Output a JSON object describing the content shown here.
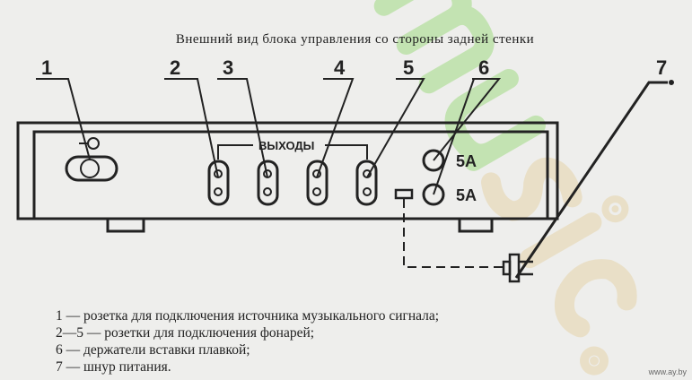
{
  "title": "Внешний вид блока управления со стороны задней стенки",
  "callouts": [
    "1",
    "2",
    "3",
    "4",
    "5",
    "6",
    "7"
  ],
  "outputs_label": "ВЫХОДЫ",
  "fuse_labels": [
    "5A",
    "5A"
  ],
  "legend": [
    "1 — розетка для подключения источника музыкального сигнала;",
    "2—5 — розетки для подключения фонарей;",
    "6 — держатели вставки плавкой;",
    "7 — шнур питания."
  ],
  "watermark": "music.",
  "site": "www.ay.by",
  "colors": {
    "ink": "#222222",
    "paper": "#eeeeec",
    "watermark_green": "#a8dc8c",
    "watermark_tan": "#e6d6b0"
  }
}
